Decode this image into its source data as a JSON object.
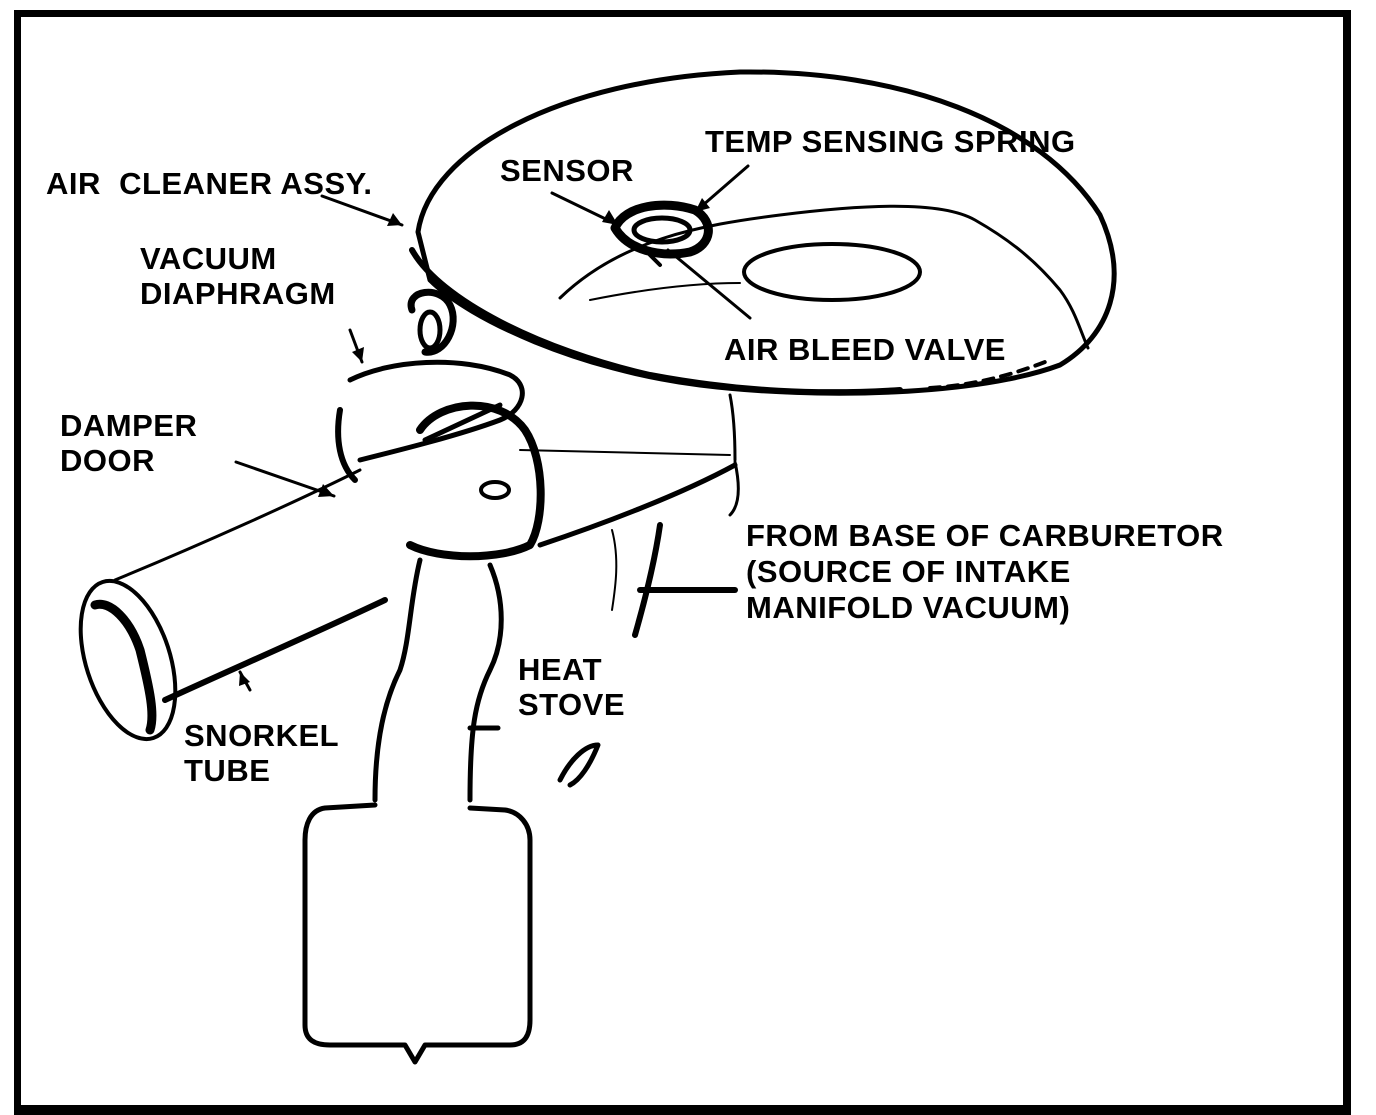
{
  "labels": {
    "air_cleaner": "AIR  CLEANER ASSY.",
    "sensor": "SENSOR",
    "temp_spring": "TEMP SENSING SPRING",
    "vacuum_diaphragm_1": "VACUUM",
    "vacuum_diaphragm_2": "DIAPHRAGM",
    "air_bleed": "AIR BLEED VALVE",
    "damper_1": "DAMPER",
    "damper_2": "DOOR",
    "carb_1": "FROM BASE OF CARBURETOR",
    "carb_2": "(SOURCE OF INTAKE",
    "carb_3": "MANIFOLD VACUUM)",
    "heat_1": "HEAT",
    "heat_2": "STOVE",
    "snorkel_1": "SNORKEL",
    "snorkel_2": "TUBE"
  },
  "colors": {
    "ink": "#000000",
    "paper": "#ffffff"
  }
}
